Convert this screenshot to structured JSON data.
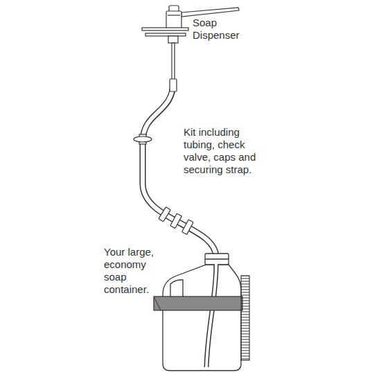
{
  "diagram": {
    "labels": [
      "Soap Dispenser",
      "Kit including tubing, check valve, caps and securing strap.",
      "Your large, economy soap container."
    ]
  }
}
